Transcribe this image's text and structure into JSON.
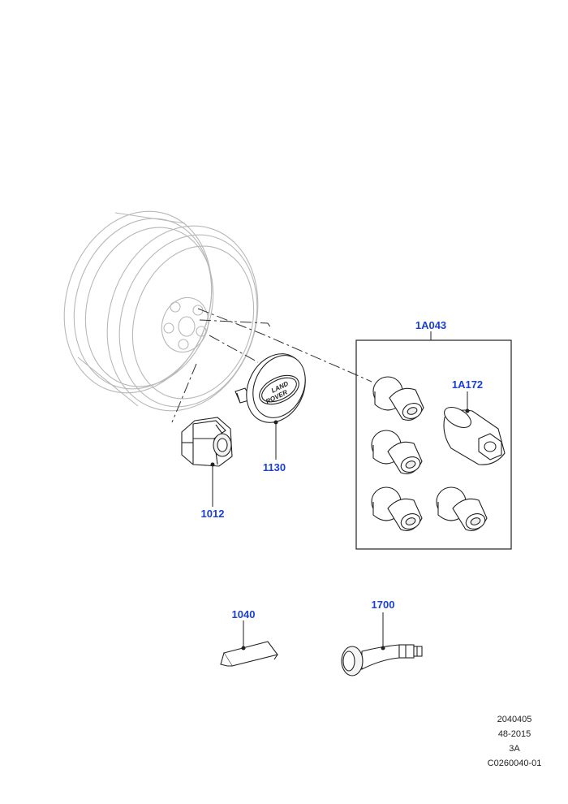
{
  "callouts": {
    "wheel_nut": "1012",
    "centre_cap": "1130",
    "locking_nut_kit": "1A043",
    "locking_nut_key": "1A172",
    "balance_weight": "1040",
    "tyre_valve": "1700"
  },
  "logo": {
    "line1": "LAND",
    "line2": "ROVER"
  },
  "footer": {
    "line1": "2040405",
    "line2": "48-2015",
    "line3": "3A",
    "line4": "C0260040-01"
  },
  "colors": {
    "callout_text": "#1a3fd6",
    "line_art": "#222222",
    "wheel_outline": "#b8b8b8"
  }
}
